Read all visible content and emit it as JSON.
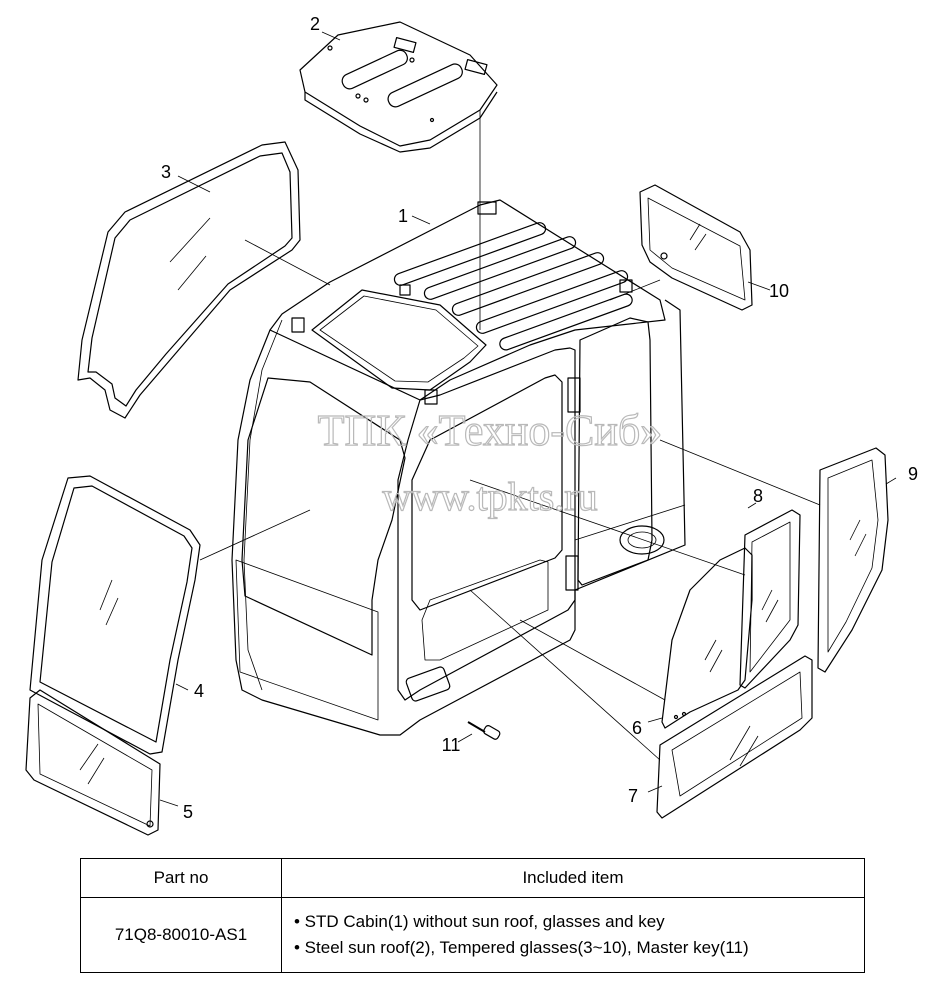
{
  "watermark": {
    "line1": "ТПК «Техно-Сиб»",
    "line2": "www.tpkts.ru"
  },
  "callouts": [
    "1",
    "2",
    "3",
    "4",
    "5",
    "6",
    "7",
    "8",
    "9",
    "10",
    "11"
  ],
  "table": {
    "headers": {
      "part_no": "Part no",
      "included_item": "Included item"
    },
    "rows": [
      {
        "part_no": "71Q8-80010-AS1",
        "items": [
          "• STD Cabin(1) without sun roof, glasses and key",
          "• Steel sun roof(2), Tempered glasses(3~10), Master key(11)"
        ]
      }
    ]
  }
}
